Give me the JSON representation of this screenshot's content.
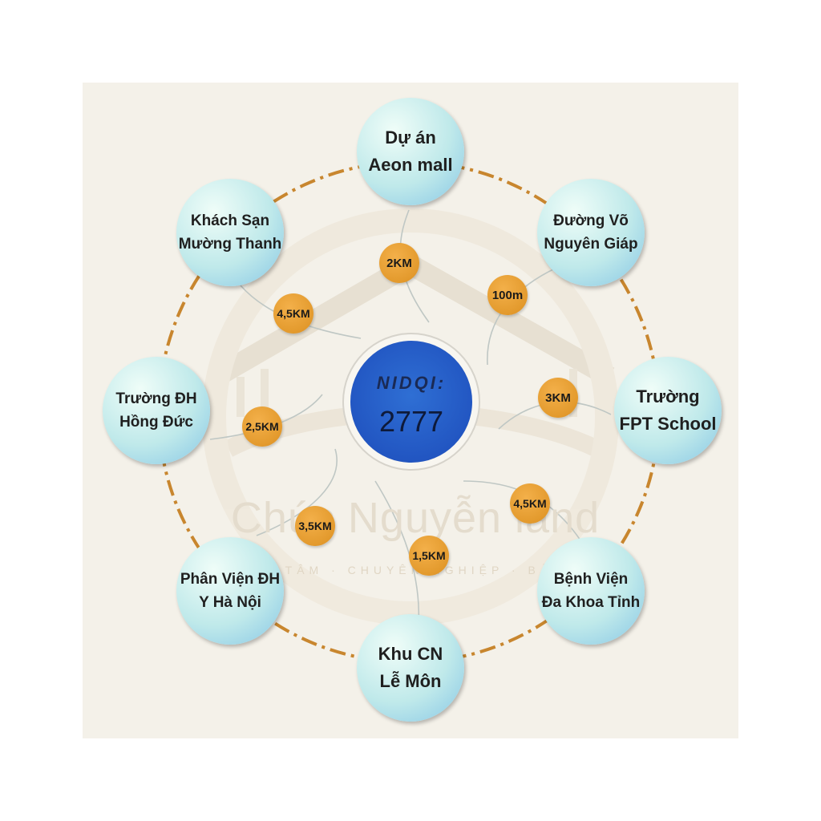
{
  "center": {
    "line1": "NIDQI:",
    "line2": "2777"
  },
  "nodes": [
    {
      "id": "aeon",
      "label": "Dự án\nAeon mall",
      "distance": "2KM"
    },
    {
      "id": "vo-nguyen-giap",
      "label": "Đường Võ\nNguyên Giáp",
      "distance": "100m"
    },
    {
      "id": "fpt",
      "label": "Trường\nFPT School",
      "distance": "3KM"
    },
    {
      "id": "benh-vien",
      "label": "Bệnh Viện\nĐa Khoa Tỉnh",
      "distance": "4,5KM"
    },
    {
      "id": "khu-cn",
      "label": "Khu CN\nLễ Môn",
      "distance": "1,5KM"
    },
    {
      "id": "phan-vien",
      "label": "Phân Viện ĐH\nY Hà Nội",
      "distance": "3,5KM"
    },
    {
      "id": "hong-duc",
      "label": "Trường ĐH\nHồng Đức",
      "distance": "2,5KM"
    },
    {
      "id": "muong-thanh",
      "label": "Khách Sạn\nMường Thanh",
      "distance": "4,5KM"
    }
  ],
  "watermark": {
    "brand": "Chúc Nguyễn land",
    "tagline": "TẬN TÂM · CHUYÊN NGHIỆP · BẢO MẬT"
  },
  "colors": {
    "panel": "#f4f1e9",
    "center": "#2256c2",
    "node": "#bfe9ea",
    "badge": "#e39a2d",
    "ring": "#c8862e"
  }
}
